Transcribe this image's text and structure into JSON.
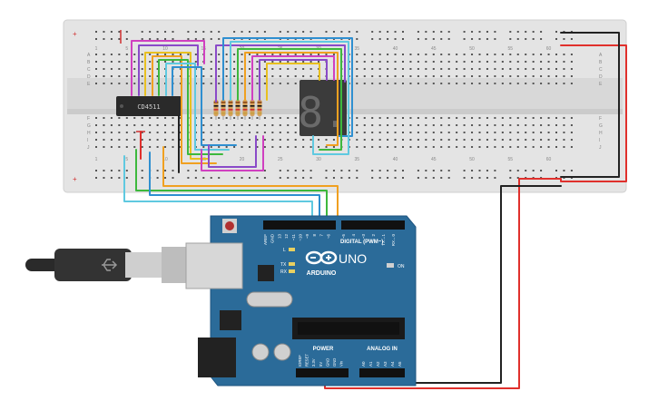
{
  "breadboard": {
    "column_numbers": [
      "1",
      "5",
      "10",
      "15",
      "20",
      "25",
      "30",
      "35",
      "40",
      "45",
      "50",
      "55",
      "60"
    ],
    "row_letters_top": [
      "A",
      "B",
      "C",
      "D",
      "E"
    ],
    "row_letters_bottom": [
      "F",
      "G",
      "H",
      "I",
      "J"
    ],
    "rail_marks": [
      "+",
      "−"
    ]
  },
  "ic_chip": {
    "label": "CD4511"
  },
  "seven_segment": {
    "digit": "8."
  },
  "arduino": {
    "logo_text": "ARDUINO",
    "model": "UNO",
    "on_label": "ON",
    "led_labels": [
      "L",
      "TX",
      "RX"
    ],
    "digital_header_label": "DIGITAL (PWM~)",
    "digital_pins": [
      "AREF",
      "GND",
      "13",
      "12",
      "~11",
      "~10",
      "~9",
      "8",
      "7",
      "~6",
      "~5",
      "4",
      "~3",
      "2",
      "TX→1",
      "RX←0"
    ],
    "power_header_label": "POWER",
    "power_pins": [
      "IOREF",
      "RESET",
      "3.3V",
      "5V",
      "GND",
      "GND",
      "Vin"
    ],
    "analog_header_label": "ANALOG IN",
    "analog_pins": [
      "A0",
      "A1",
      "A2",
      "A3",
      "A4",
      "A5"
    ]
  },
  "colors": {
    "breadboard": "#e6e6e6",
    "board": "#2b6b99",
    "wire_red": "#e0302c",
    "wire_black": "#222222",
    "wire_orange": "#f0a020",
    "wire_green": "#3db83d",
    "wire_cyan": "#5fc9e0",
    "wire_blue": "#2f8fd0",
    "wire_purple": "#8a4ac8",
    "wire_magenta": "#d040c0",
    "wire_yellow": "#e8c020"
  }
}
